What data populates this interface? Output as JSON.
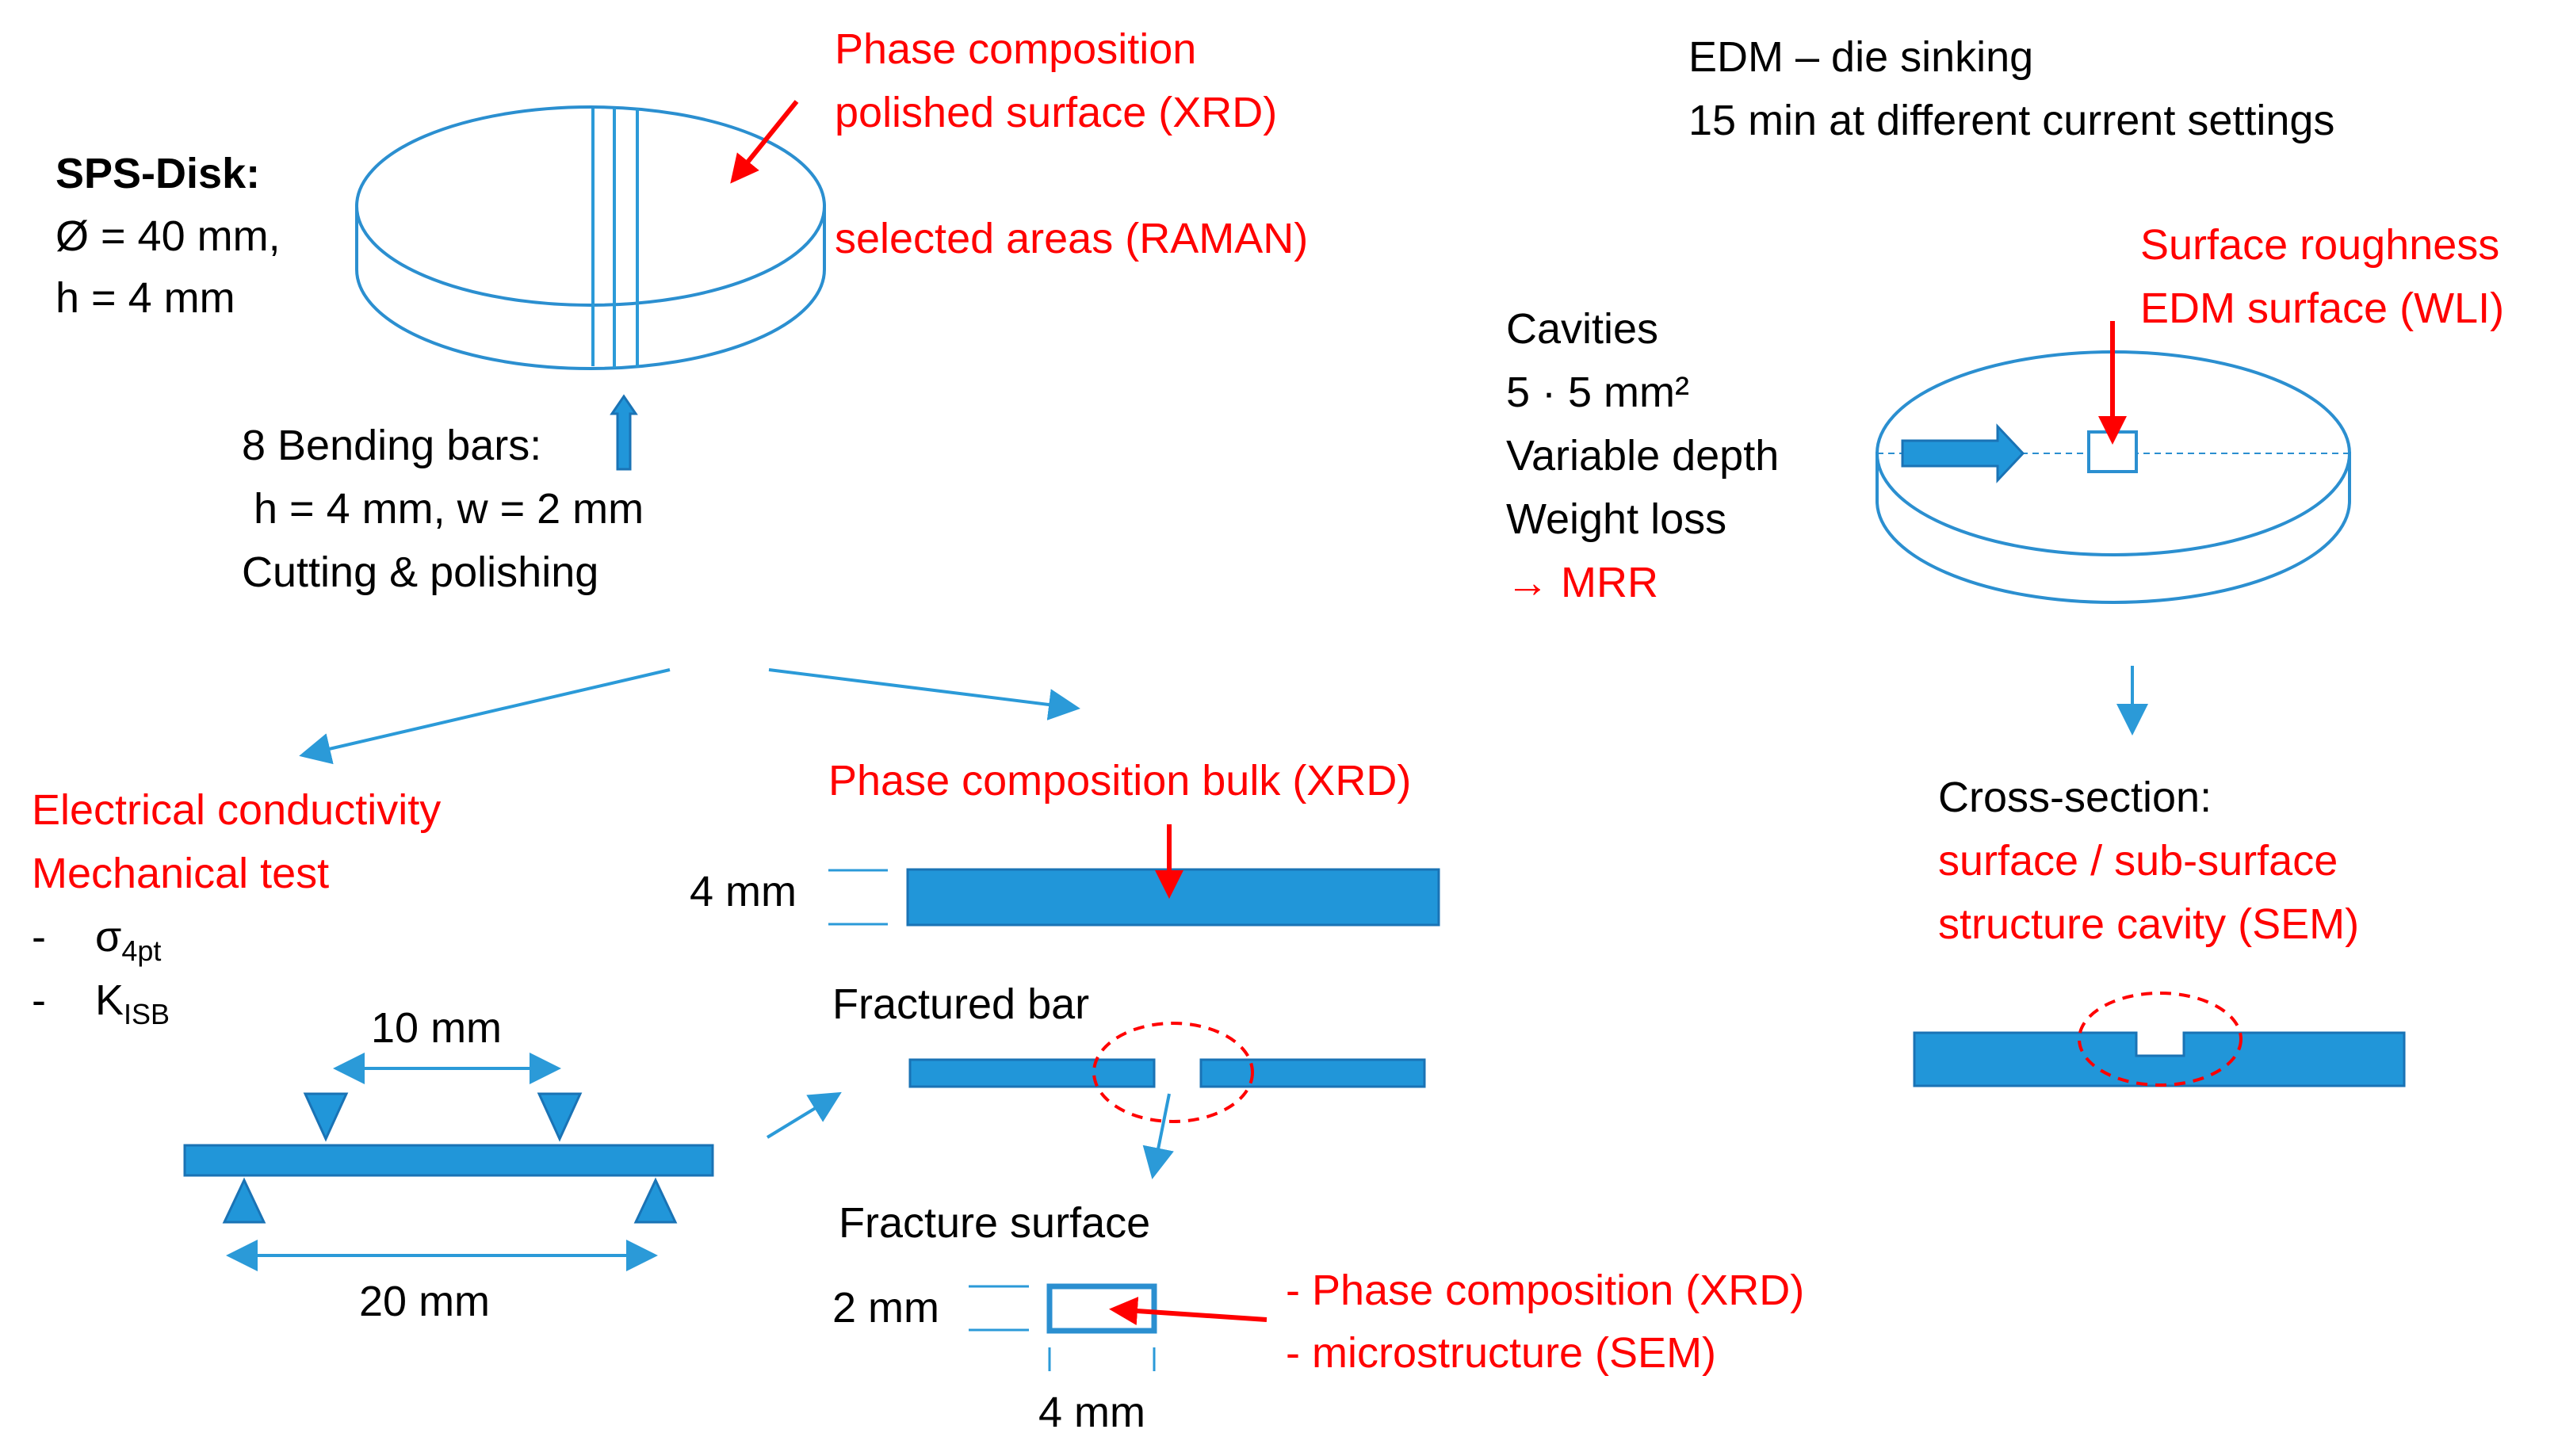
{
  "disk": {
    "title": "SPS-Disk:",
    "diameter": "Ø = 40 mm,",
    "height": "h = 4 mm"
  },
  "xrd_surface": {
    "line1": "Phase composition",
    "line2": "polished surface (XRD)",
    "raman": "selected areas (RAMAN)"
  },
  "bending": {
    "line1": "8 Bending bars:",
    "line2": " h = 4 mm, w = 2 mm",
    "line3": "Cutting & polishing"
  },
  "edm": {
    "line1": "EDM – die sinking",
    "line2": "15 min at different current settings"
  },
  "roughness": {
    "line1": "Surface roughness",
    "line2": "EDM surface (WLI)"
  },
  "cavities": {
    "line1": "Cavities",
    "line2": "5 · 5 mm²",
    "line3": "Variable depth",
    "line4": "Weight loss",
    "line5": "→ MRR"
  },
  "cross_section": {
    "title": "Cross-section:",
    "line1": "surface / sub-surface",
    "line2": "structure cavity (SEM)"
  },
  "electrical": {
    "line1": "Electrical conductivity",
    "line2": "Mechanical test",
    "dash": "-",
    "sigma": "σ",
    "sigma_sub": "4pt",
    "k": "K",
    "k_sub": "ISB"
  },
  "bulk": {
    "label": "Phase composition bulk (XRD)",
    "thickness": "4 mm"
  },
  "fractured": {
    "label": "Fractured bar"
  },
  "test_setup": {
    "inner_span": "10 mm",
    "outer_span": "20 mm"
  },
  "fracture_surface": {
    "label": "Fracture surface",
    "height": "2 mm",
    "width": "4 mm",
    "result1": "- Phase composition (XRD)",
    "result2": "- microstructure (SEM)"
  },
  "colors": {
    "accent_blue": "#2196d9",
    "annotation_red": "#ff0000"
  }
}
